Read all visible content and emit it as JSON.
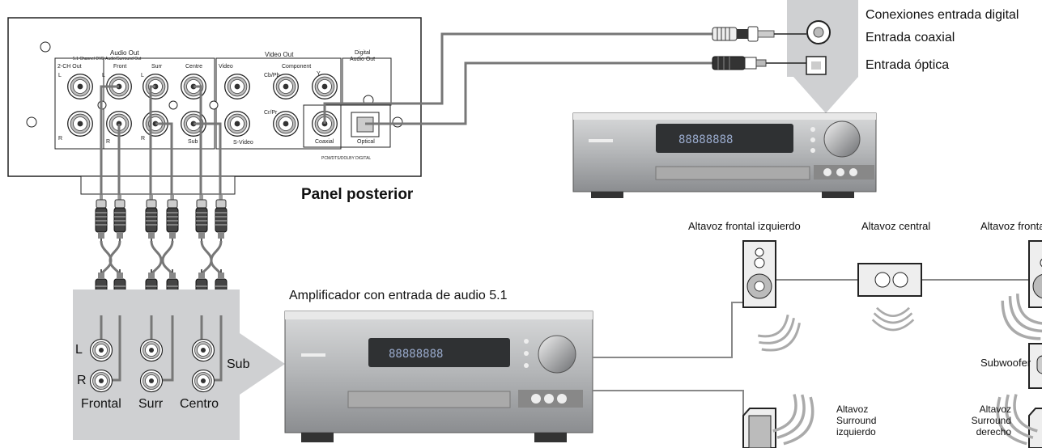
{
  "rear_panel": {
    "title": "Panel posterior",
    "audio_out": {
      "title": "Audio Out",
      "subtitle": "5.1 Channel DVD Audio/Surround Out"
    },
    "two_ch_out": "2-CH Out",
    "front": "Front",
    "surr": "Surr",
    "centre": "Centre",
    "sub": "Sub",
    "l": "L",
    "r": "R",
    "video_out": "Video Out",
    "video": "Video",
    "svideo": "S-Video",
    "component": "Component",
    "cb_pb": "Cb/Pb",
    "cr_pr": "Cr/Pr",
    "y": "Y",
    "digital_audio_out_1": "Digital",
    "digital_audio_out_2": "Audio Out",
    "coaxial": "Coaxial",
    "optical": "Optical",
    "pcm": "PCM/DTS/DOLBY DIGITAL"
  },
  "digital_inputs": {
    "title": "Conexiones entrada digital",
    "coaxial": "Entrada coaxial",
    "optical": "Entrada óptica"
  },
  "amplifier": {
    "title": "Amplificador con entrada de audio 5.1"
  },
  "amp_panel": {
    "l": "L",
    "r": "R",
    "sub": "Sub",
    "frontal": "Frontal",
    "surr": "Surr",
    "centro": "Centro"
  },
  "speakers": {
    "front_left": "Altavoz frontal izquierdo",
    "center": "Altavoz central",
    "front_right": "Altavoz frontal derecho",
    "subwoofer": "Subwoofer",
    "surround_left": [
      "Altavoz",
      "Surround",
      "izquierdo"
    ],
    "surround_right": [
      "Altavoz",
      "Surround",
      "derecho"
    ]
  }
}
